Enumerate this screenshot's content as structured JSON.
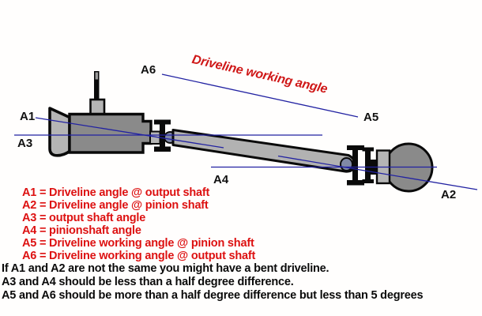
{
  "diagram": {
    "title": "Driveline working angle",
    "labels": {
      "a1": "A1",
      "a2": "A2",
      "a3": "A3",
      "a4": "A4",
      "a5": "A5",
      "a6": "A6"
    },
    "colors": {
      "annotation_red": "#dd1111",
      "angle_line_blue": "#2222a2",
      "housing_dark_gray": "#8a8a8a",
      "housing_light_gray": "#b5b5b5",
      "joint_ball_blue_gray": "#8089a6",
      "outline_black": "#0a0a0a",
      "background": "#fffefd"
    }
  },
  "legend": {
    "items": [
      "A1 = Driveline angle @ output shaft",
      "A2 = Driveline angle @ pinion shaft",
      "A3 = output shaft angle",
      "A4 = pinionshaft angle",
      "A5 = Driveline working angle @ pinion shaft",
      "A6 = Driveline working angle @ output shaft"
    ]
  },
  "notes": {
    "lines": [
      "If A1 and A2 are not the same you might have a bent driveline.",
      "A3 and A4 should be less than a half degree difference.",
      "A5 and A6 should be more than a half degree difference but less than 5 degrees"
    ]
  }
}
